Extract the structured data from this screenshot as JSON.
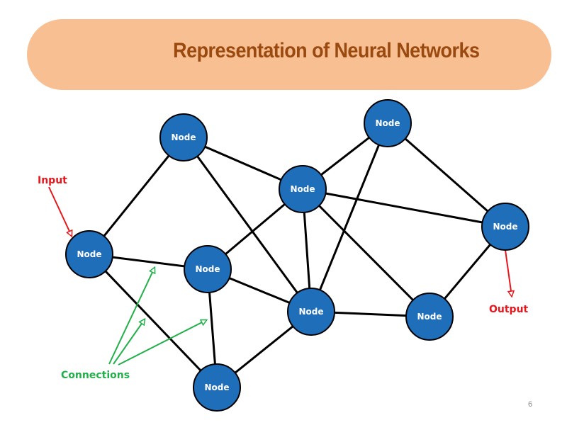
{
  "slide": {
    "title": "Representation of Neural Networks",
    "page_number": "6"
  },
  "colors": {
    "banner": "#F8BF93",
    "title": "#9A4A0F",
    "node_fill": "#1E6EBA",
    "node_stroke": "#000000",
    "edge": "#000000",
    "input_output": "#E8161B",
    "connections": "#22B04A"
  },
  "nodes": [
    {
      "id": "input",
      "label": "Node"
    },
    {
      "id": "top-left",
      "label": "Node"
    },
    {
      "id": "center",
      "label": "Node"
    },
    {
      "id": "top-right",
      "label": "Node"
    },
    {
      "id": "output",
      "label": "Node"
    },
    {
      "id": "mid-left",
      "label": "Node"
    },
    {
      "id": "bottom-center",
      "label": "Node"
    },
    {
      "id": "bottom-right",
      "label": "Node"
    },
    {
      "id": "bottom",
      "label": "Node"
    }
  ],
  "edges": [
    [
      "input",
      "top-left"
    ],
    [
      "input",
      "mid-left"
    ],
    [
      "input",
      "bottom"
    ],
    [
      "top-left",
      "center"
    ],
    [
      "top-left",
      "bottom-center"
    ],
    [
      "center",
      "top-right"
    ],
    [
      "center",
      "output"
    ],
    [
      "center",
      "mid-left"
    ],
    [
      "center",
      "bottom-center"
    ],
    [
      "center",
      "bottom-right"
    ],
    [
      "top-right",
      "output"
    ],
    [
      "top-right",
      "bottom-center"
    ],
    [
      "output",
      "bottom-right"
    ],
    [
      "mid-left",
      "bottom-center"
    ],
    [
      "mid-left",
      "bottom"
    ],
    [
      "bottom-center",
      "bottom-right"
    ],
    [
      "bottom",
      "bottom-center"
    ]
  ],
  "annotations": {
    "input_label": "Input",
    "output_label": "Output",
    "connections_label": "Connections"
  }
}
